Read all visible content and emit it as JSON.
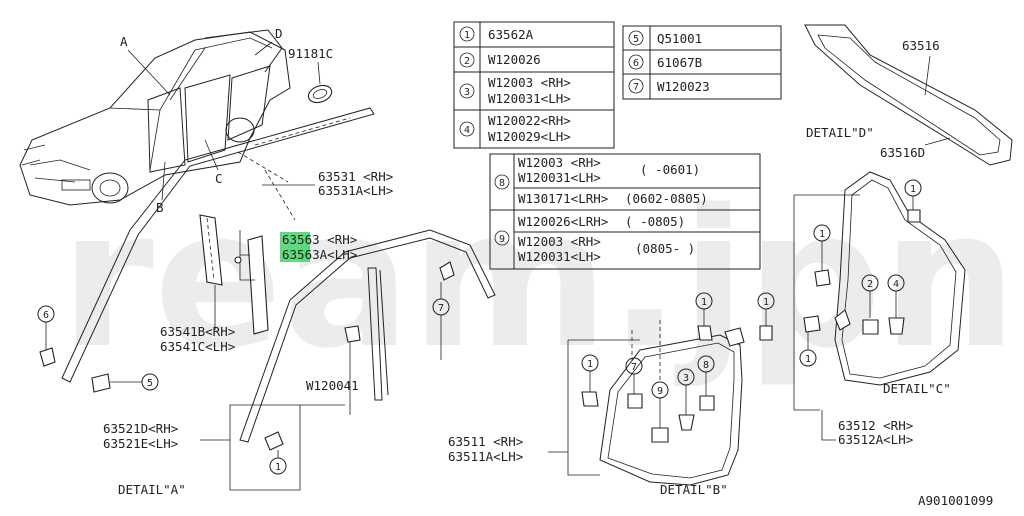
{
  "watermark": "ream.jpn",
  "diagram_id": "A901001099",
  "table_a": [
    {
      "n": "1",
      "lines": [
        "63562A"
      ]
    },
    {
      "n": "2",
      "lines": [
        "W120026"
      ]
    },
    {
      "n": "3",
      "lines": [
        "W12003 <RH>",
        "W120031<LH>"
      ]
    },
    {
      "n": "4",
      "lines": [
        "W120022<RH>",
        "W120029<LH>"
      ]
    }
  ],
  "table_b": [
    {
      "n": "5",
      "lines": [
        "Q51001"
      ]
    },
    {
      "n": "6",
      "lines": [
        "61067B"
      ]
    },
    {
      "n": "7",
      "lines": [
        "W120023"
      ]
    }
  ],
  "table_c": [
    {
      "n": "8",
      "lines": [
        "W12003 <RH>",
        "W120031<LH>",
        "W130171<LRH>"
      ],
      "ranges": [
        "( -0601)",
        "(0602-0805)"
      ]
    },
    {
      "n": "9",
      "lines": [
        "W120026<LRH>",
        "W12003 <RH>",
        "W120031<LH>"
      ],
      "ranges": [
        "( -0805)",
        "(0805- )"
      ]
    }
  ],
  "car_labels": {
    "a": "A",
    "b": "B",
    "c": "C",
    "d": "D"
  },
  "parts": {
    "p91181c": "91181C",
    "p63531": [
      "63531 <RH>",
      "63531A<LH>"
    ],
    "p63563": [
      "63563 <RH>",
      "63563A<LH>"
    ],
    "p63541": [
      "63541B<RH>",
      "63541C<LH>"
    ],
    "p63521": [
      "63521D<RH>",
      "63521E<LH>"
    ],
    "w120041": "W120041",
    "p63516": "63516",
    "p63516d": "63516D",
    "p63511": [
      "63511 <RH>",
      "63511A<LH>"
    ],
    "p63512": [
      "63512 <RH>",
      "63512A<LH>"
    ]
  },
  "details": {
    "a": "DETAIL\"A\"",
    "b": "DETAIL\"B\"",
    "c": "DETAIL\"C\"",
    "d": "DETAIL\"D\""
  },
  "callouts": {
    "one": "1",
    "two": "2",
    "three": "3",
    "four": "4",
    "five": "5",
    "six": "6",
    "seven": "7",
    "eight": "8",
    "nine": "9"
  }
}
